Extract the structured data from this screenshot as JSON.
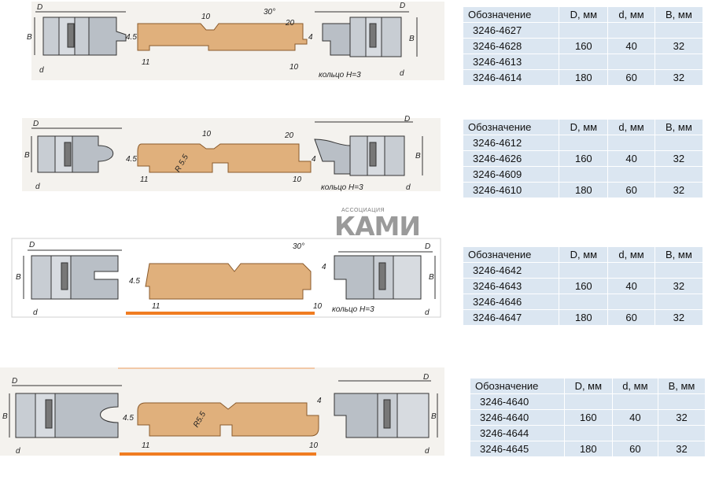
{
  "logo": {
    "small_text": "АССОЦИАЦИЯ",
    "brand_text": "КАМИ"
  },
  "table_headers": {
    "designation": "Обозначение",
    "D": "D, мм",
    "d": "d, мм",
    "B": "B, мм"
  },
  "tables": [
    {
      "rows": [
        {
          "codes": [
            "3246-4627",
            "3246-4628"
          ],
          "D": "160",
          "d": "40",
          "B": "32"
        },
        {
          "codes": [
            "3246-4613",
            "3246-4614"
          ],
          "D": "180",
          "d": "60",
          "B": "32"
        }
      ]
    },
    {
      "rows": [
        {
          "codes": [
            "3246-4612",
            "3246-4626"
          ],
          "D": "160",
          "d": "40",
          "B": "32"
        },
        {
          "codes": [
            "3246-4609",
            "3246-4610"
          ],
          "D": "180",
          "d": "60",
          "B": "32"
        }
      ]
    },
    {
      "rows": [
        {
          "codes": [
            "3246-4642",
            "3246-4643"
          ],
          "D": "160",
          "d": "40",
          "B": "32"
        },
        {
          "codes": [
            "3246-4646",
            "3246-4647"
          ],
          "D": "180",
          "d": "60",
          "B": "32"
        }
      ]
    },
    {
      "rows": [
        {
          "codes": [
            "3246-4640",
            "3246-4640"
          ],
          "D": "160",
          "d": "40",
          "B": "32"
        },
        {
          "codes": [
            "3246-4644",
            "3246-4645"
          ],
          "D": "180",
          "d": "60",
          "B": "32"
        }
      ]
    }
  ],
  "drawings": [
    {
      "labels": {
        "D_left": "D",
        "B_left": "B",
        "d_left": "d",
        "D_right": "D",
        "B_right": "B",
        "d_right": "d",
        "dim_groove": "10",
        "dim_angle": "30°",
        "dim_tongue_w": "20",
        "dim_thick_left": "4.5",
        "dim_thick_right": "4",
        "dim_bottom_left": "11",
        "dim_bottom_right": "10",
        "ring": "кольцо H=3"
      }
    },
    {
      "labels": {
        "D_left": "D",
        "B_left": "B",
        "d_left": "d",
        "D_right": "D",
        "B_right": "B",
        "d_right": "d",
        "dim_groove": "10",
        "dim_radius": "R 5.5",
        "dim_tongue_w": "20",
        "dim_thick_left": "4.5",
        "dim_thick_right": "4",
        "dim_bottom_left": "11",
        "dim_bottom_right": "10",
        "ring": "кольцо H=3"
      }
    },
    {
      "labels": {
        "D_left": "D",
        "B_left": "B",
        "d_left": "d",
        "D_right": "D",
        "B_right": "B",
        "d_right": "d",
        "dim_angle": "30°",
        "dim_thick_left": "4.5",
        "dim_thick_right": "4",
        "dim_bottom_left": "11",
        "dim_bottom_right": "10",
        "ring": "кольцо H=3"
      }
    },
    {
      "labels": {
        "D_left": "D",
        "B_left": "B",
        "d_left": "d",
        "D_right": "D",
        "B_right": "B",
        "d_right": "d",
        "dim_radius": "R5.5",
        "dim_thick_left": "4.5",
        "dim_thick_right": "4",
        "dim_bottom_left": "11",
        "dim_bottom_right": "10"
      }
    }
  ],
  "colors": {
    "wood": "#e0b07c",
    "wood_dark": "#c98f55",
    "cutter": "#bfc5cc",
    "cutter_dark": "#6f7780",
    "table_bg": "#dbe6f1",
    "accent_orange": "#f07c21",
    "panel_bg": "#f2efe9"
  }
}
